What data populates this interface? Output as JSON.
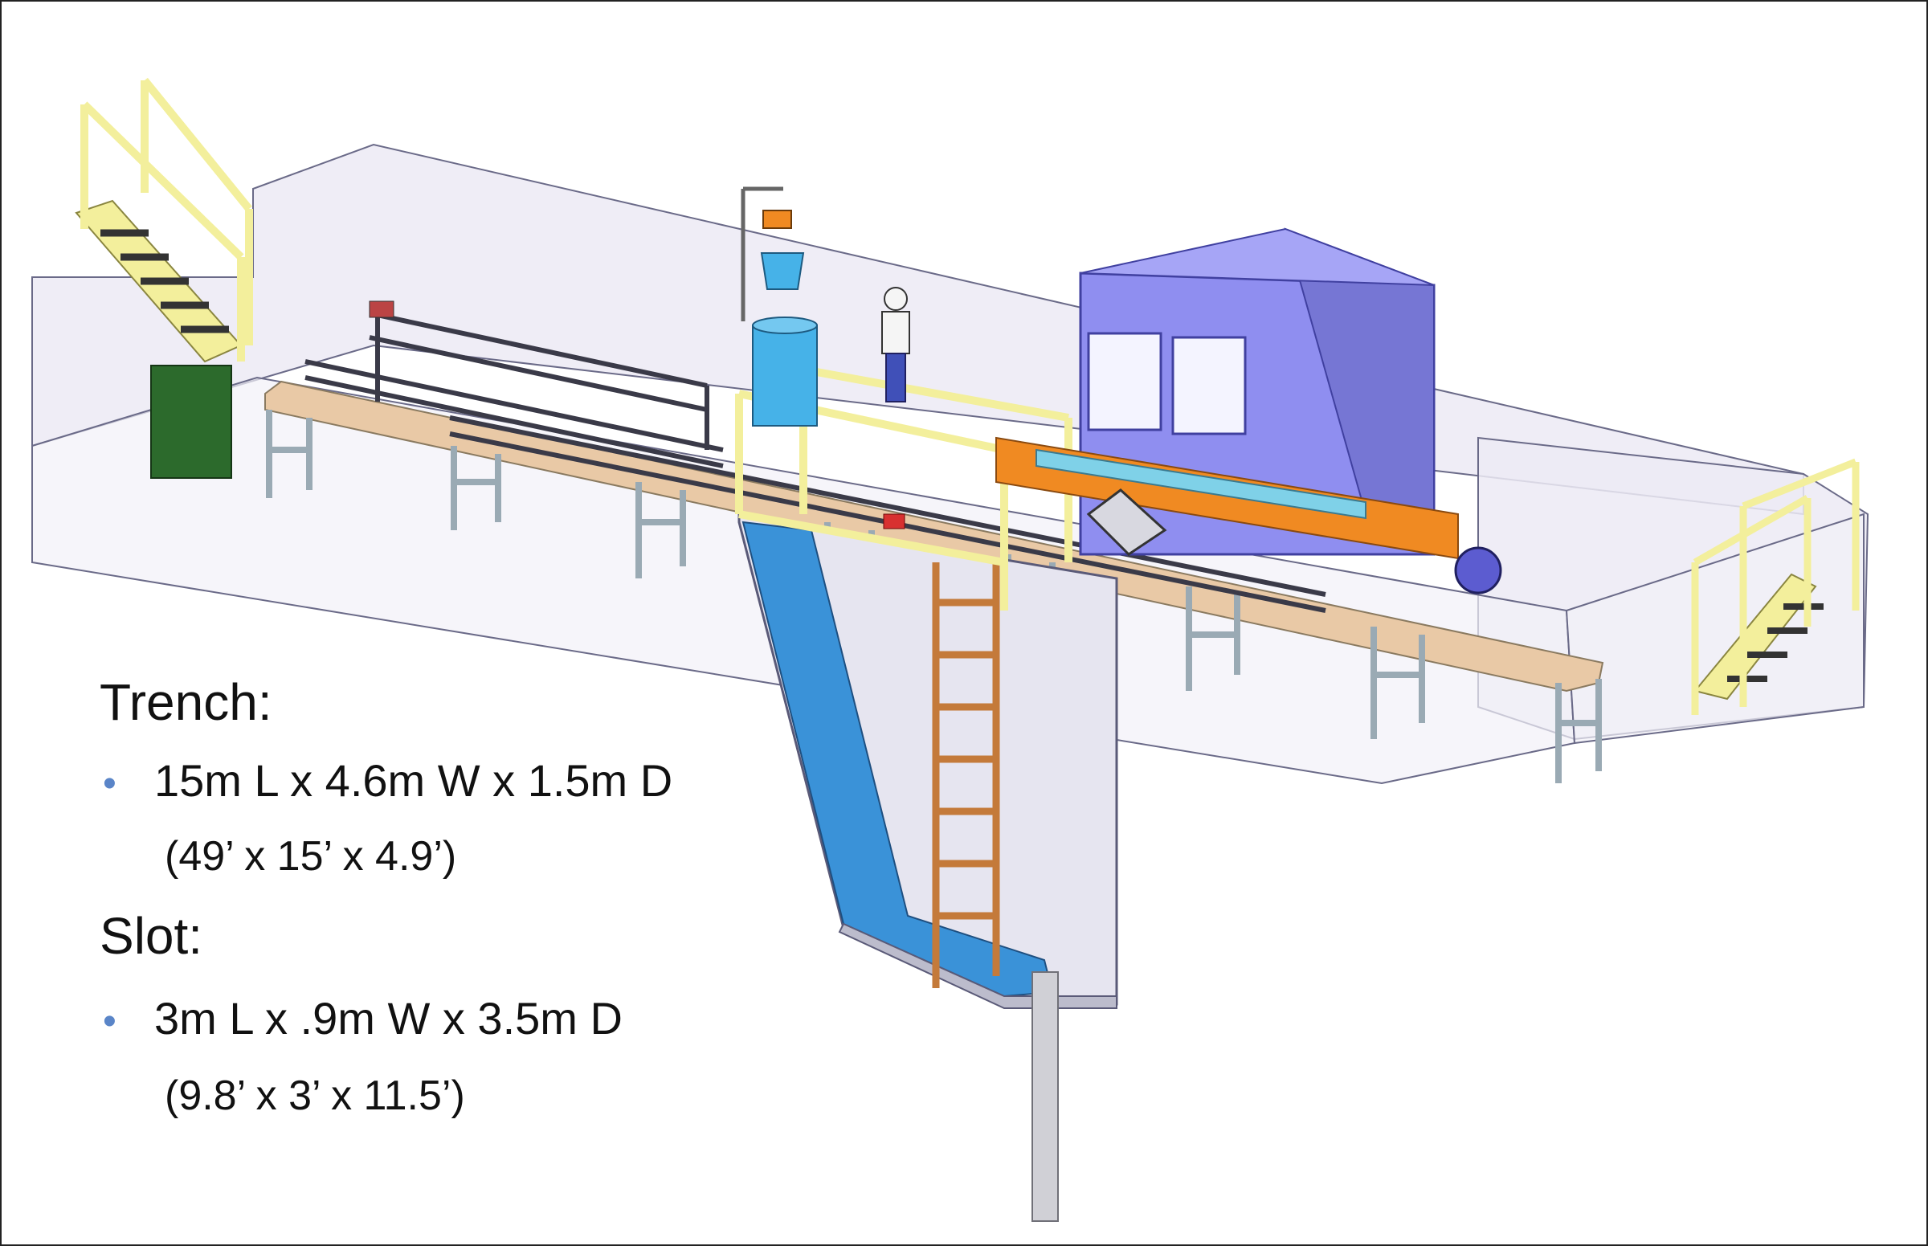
{
  "specs": {
    "trench": {
      "title": "Trench:",
      "dims_metric": "15m L x 4.6m W x 1.5m D",
      "dims_imperial": "(49’ x  15’ x 4.9’)"
    },
    "slot": {
      "title": "Slot:",
      "dims_metric": "3m L x .9m W x 3.5m D",
      "dims_imperial": "(9.8’ x 3’ x 11.5’)"
    },
    "bullet_char": "•"
  },
  "colors": {
    "wall_fill": "#eceaf5",
    "wall_stroke": "#6a6a88",
    "bench_top": "#e9c9a6",
    "frame_gray": "#9aaab4",
    "yellow_frame": "#f3ef9c",
    "control_booth": "#8f8ef0",
    "green_cabinet": "#2c6a2c",
    "orange_beam": "#f08a22",
    "water_blue": "#3a92d8",
    "tank_blue": "#46b2e8",
    "ladder_brown": "#c47a3a",
    "bullet_blue": "#5a85c8"
  }
}
